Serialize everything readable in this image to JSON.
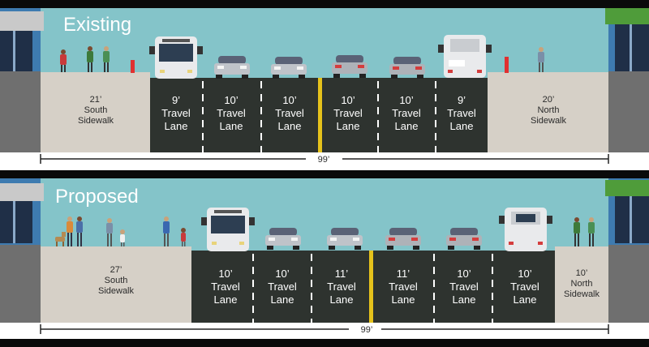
{
  "colors": {
    "sky": "#84c4c9",
    "roadway": "#2e332f",
    "sidewalk": "#d6d0c7",
    "lane_line": "#ffffff",
    "center_line": "#e5c21b",
    "dimension_line": "#222222",
    "building": "#3e7bb0",
    "awning": "#c9c9c9",
    "green_roof": "#4f9c3a",
    "bollard": "#e03131",
    "frame": "#0a0a0a"
  },
  "sections": [
    {
      "id": "existing",
      "title": "Existing",
      "total": "99’",
      "south_sidewalk": {
        "width": "21’",
        "name_line1": "South",
        "name_line2": "Sidewalk"
      },
      "north_sidewalk": {
        "width": "20’",
        "name_line1": "North",
        "name_line2": "Sidewalk"
      },
      "lanes": [
        {
          "width": "9’",
          "line1": "Travel",
          "line2": "Lane",
          "vehicle": "bus-front"
        },
        {
          "width": "10’",
          "line1": "Travel",
          "line2": "Lane",
          "vehicle": "car-front"
        },
        {
          "width": "10’",
          "line1": "Travel",
          "line2": "Lane",
          "vehicle": "car-front"
        },
        {
          "width": "10’",
          "line1": "Travel",
          "line2": "Lane",
          "vehicle": "car-rear"
        },
        {
          "width": "10’",
          "line1": "Travel",
          "line2": "Lane",
          "vehicle": "car-rear"
        },
        {
          "width": "9’",
          "line1": "Travel",
          "line2": "Lane",
          "vehicle": "bus-rear"
        }
      ]
    },
    {
      "id": "proposed",
      "title": "Proposed",
      "total": "99’",
      "south_sidewalk": {
        "width": "27’",
        "name_line1": "South",
        "name_line2": "Sidewalk"
      },
      "north_sidewalk": {
        "width": "10’",
        "name_line1": "North",
        "name_line2": "Sidewalk"
      },
      "lanes": [
        {
          "width": "10’",
          "line1": "Travel",
          "line2": "Lane",
          "vehicle": "bus-front"
        },
        {
          "width": "10’",
          "line1": "Travel",
          "line2": "Lane",
          "vehicle": "car-front"
        },
        {
          "width": "11’",
          "line1": "Travel",
          "line2": "Lane",
          "vehicle": "car-front"
        },
        {
          "width": "11’",
          "line1": "Travel",
          "line2": "Lane",
          "vehicle": "car-rear"
        },
        {
          "width": "10’",
          "line1": "Travel",
          "line2": "Lane",
          "vehicle": "car-rear"
        },
        {
          "width": "10’",
          "line1": "Travel",
          "line2": "Lane",
          "vehicle": "bus-rear"
        }
      ]
    }
  ]
}
